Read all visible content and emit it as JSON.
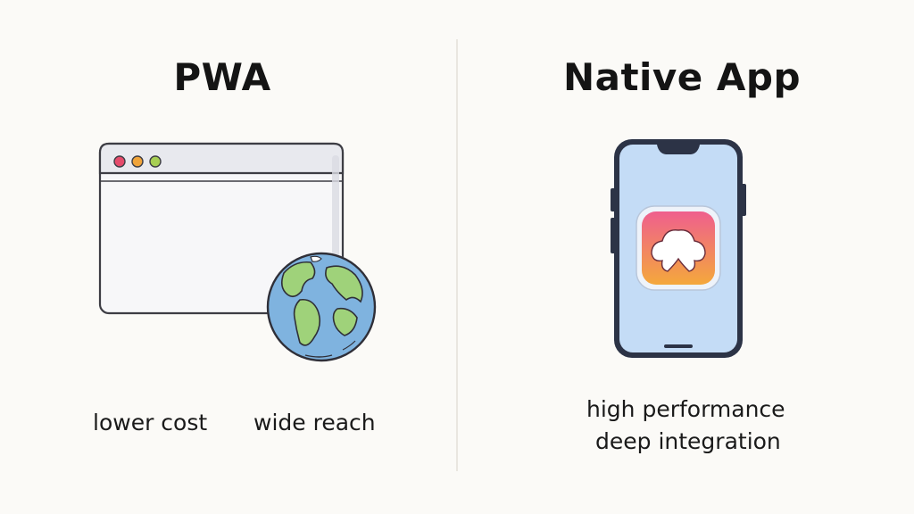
{
  "pwa": {
    "title": "PWA",
    "benefits": [
      "lower cost",
      "wide reach"
    ]
  },
  "native": {
    "title": "Native App",
    "benefits": [
      "high performance",
      "deep integration"
    ]
  },
  "icons": {
    "left": [
      "browser-window-icon",
      "globe-icon"
    ],
    "right": [
      "smartphone-icon",
      "app-icon"
    ]
  },
  "colors": {
    "window_dot_red": "#e54b6b",
    "window_dot_orange": "#f0a43a",
    "window_dot_green": "#a7cf54",
    "globe_ocean": "#7fb3df",
    "globe_land": "#9fd27a",
    "phone_screen": "#c4dcf6",
    "app_icon_gradient_top": "#ef5f8e",
    "app_icon_gradient_bottom": "#f4a83c"
  }
}
